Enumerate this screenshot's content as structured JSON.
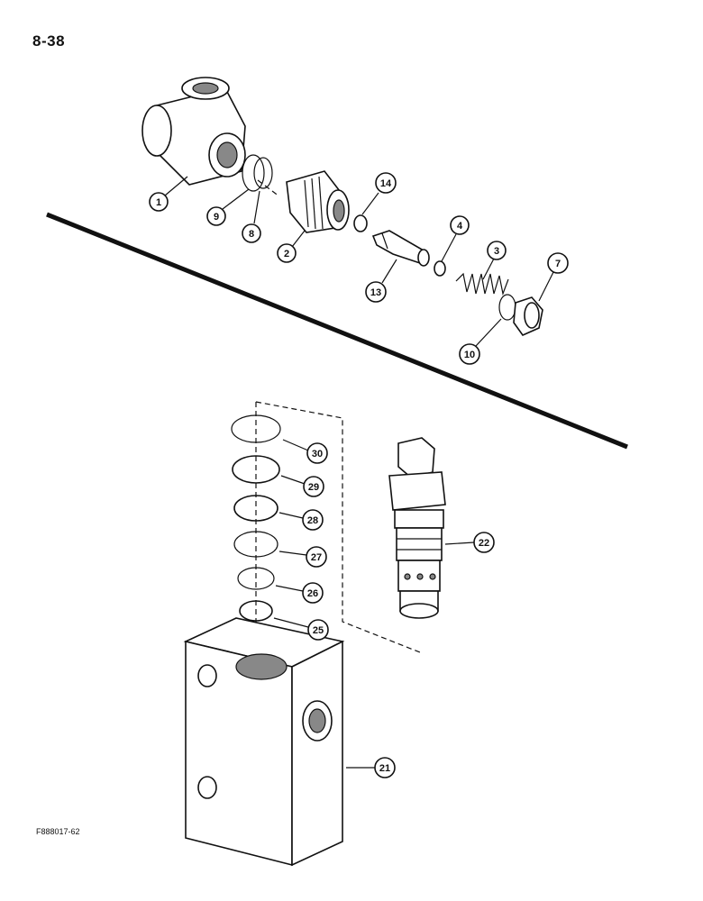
{
  "page": {
    "number": "8-38",
    "figure_code": "F888017-62"
  },
  "callouts": {
    "c1": "1",
    "c9": "9",
    "c8": "8",
    "c2": "2",
    "c14": "14",
    "c13": "13",
    "c4": "4",
    "c3": "3",
    "c7": "7",
    "c10": "10",
    "c30": "30",
    "c29": "29",
    "c28": "28",
    "c27": "27",
    "c26": "26",
    "c25": "25",
    "c22": "22",
    "c21": "21"
  }
}
